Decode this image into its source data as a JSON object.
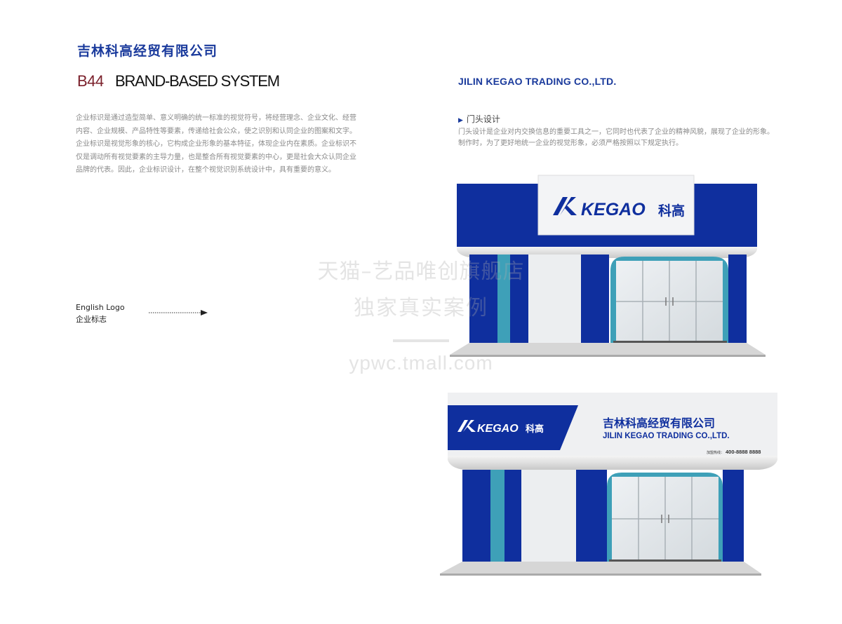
{
  "header": {
    "company_cn": "吉林科高经贸有限公司",
    "page_code": "B44",
    "system_title": "BRAND-BASED SYSTEM",
    "company_en": "JILIN KEGAO TRADING CO.,LTD."
  },
  "intro": {
    "lines": [
      "企业标识是通过造型简单、意义明确的统一标准的视觉符号，将经营理念、企业文化、经营",
      "内容、企业规模、产品特性等要素，传递给社会公众，使之识别和认同企业的图案和文字。",
      "企业标识是视觉形象的核心，它构成企业形象的基本特征，体现企业内在素质。企业标识不",
      "仅是调动所有视觉要素的主导力量，也是整合所有视觉要素的中心，更是社会大众认同企业",
      "品牌的代表。因此，企业标识设计，在整个视觉识别系统设计中，具有重要的意义。"
    ]
  },
  "section": {
    "heading": "门头设计",
    "desc_lines": [
      "门头设计是企业对内交换信息的重要工具之一，它同时也代表了企业的精神风貌，展现了企业的形象。",
      "制作时，为了更好地统一企业的视觉形象，必须严格按照以下规定执行。"
    ]
  },
  "logo_label": {
    "en": "English Logo",
    "cn": "企业标志"
  },
  "storefront_1": {
    "logo_text": "KEGAO",
    "logo_cn": "科高"
  },
  "storefront_2": {
    "logo_text": "KEGAO",
    "logo_cn": "科高",
    "company_cn": "吉林科高经贸有限公司",
    "company_en": "JILIN KEGAO TRADING CO.,LTD.",
    "hotline_label": "加盟热线：",
    "hotline_number": "400-8888 8888"
  },
  "watermark": {
    "line1": "天猫–艺品唯创旗舰店",
    "line2": "独家真实案例",
    "line3": "ypwc.tmall.com"
  },
  "colors": {
    "brand_blue": "#0f2f9e",
    "title_blue": "#1a3a9c",
    "teal": "#3ea0b8",
    "code_red": "#7a1f2a"
  }
}
